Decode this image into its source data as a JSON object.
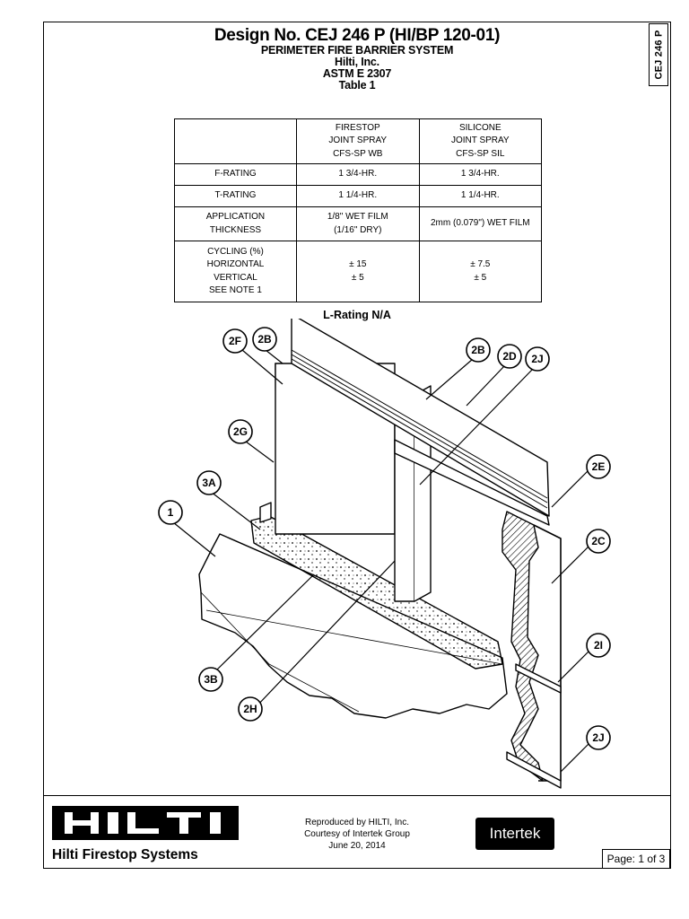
{
  "header": {
    "title": "Design No. CEJ 246 P (HI/BP 120-01)",
    "system": "PERIMETER FIRE BARRIER SYSTEM",
    "company": "Hilti, Inc.",
    "standard": "ASTM E 2307",
    "table_label": "Table 1"
  },
  "side_tab": "CEJ 246 P",
  "table": {
    "columns": [
      [
        "FIRESTOP",
        "JOINT SPRAY",
        "CFS-SP WB"
      ],
      [
        "SILICONE",
        "JOINT SPRAY",
        "CFS-SP SIL"
      ]
    ],
    "rows": [
      {
        "label": [
          "F-RATING"
        ],
        "values": [
          [
            "1 3/4-HR."
          ],
          [
            "1 3/4-HR."
          ]
        ]
      },
      {
        "label": [
          "T-RATING"
        ],
        "values": [
          [
            "1 1/4-HR."
          ],
          [
            "1 1/4-HR."
          ]
        ]
      },
      {
        "label": [
          "APPLICATION",
          "THICKNESS"
        ],
        "values": [
          [
            "1/8\" WET FILM",
            "(1/16\" DRY)"
          ],
          [
            "2mm (0.079\") WET FILM"
          ]
        ]
      },
      {
        "label": [
          "CYCLING (%)",
          "HORIZONTAL",
          "VERTICAL",
          "SEE NOTE 1"
        ],
        "values": [
          [
            "± 15",
            "± 5"
          ],
          [
            "± 7.5",
            "± 5"
          ]
        ]
      }
    ]
  },
  "l_rating": "L-Rating N/A",
  "callouts": [
    "2F",
    "2B",
    "2B",
    "2D",
    "2J",
    "2G",
    "2E",
    "3A",
    "1",
    "2C",
    "2I",
    "3B",
    "2H",
    "2J"
  ],
  "footer": {
    "logo_text": "HILTI",
    "logo_subtitle": "Hilti Firestop Systems",
    "reproduced": [
      "Reproduced by HILTI, Inc.",
      "Courtesy of  Intertek Group",
      "June 20, 2014"
    ],
    "intertek": "Intertek",
    "page": "Page: 1 of 3"
  }
}
